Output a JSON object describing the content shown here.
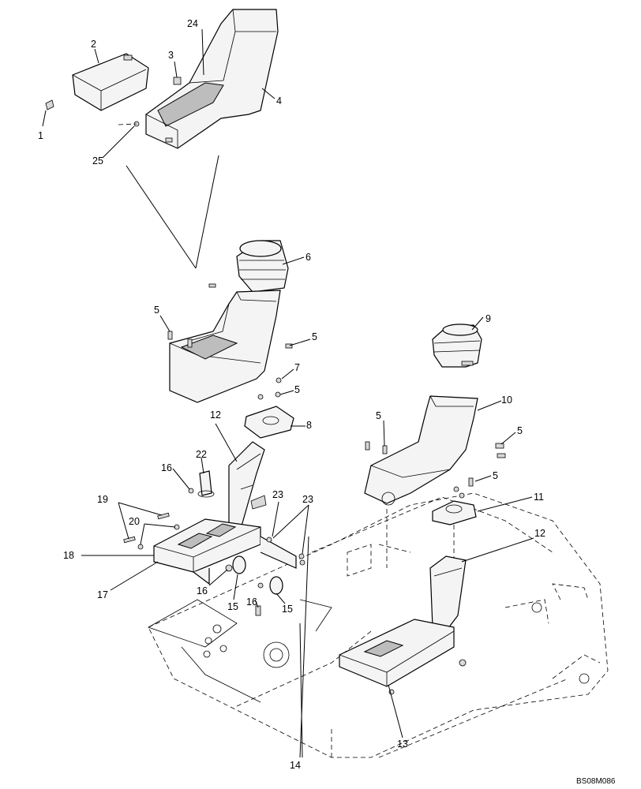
{
  "diagram": {
    "callouts": [
      "1",
      "2",
      "3",
      "24",
      "4",
      "25",
      "6",
      "5",
      "5",
      "9",
      "7",
      "5",
      "10",
      "8",
      "12",
      "5",
      "5",
      "22",
      "16",
      "5",
      "11",
      "19",
      "23",
      "23",
      "20",
      "12",
      "18",
      "17",
      "16",
      "15",
      "16",
      "15",
      "13",
      "14"
    ],
    "code": "BS08M086"
  }
}
